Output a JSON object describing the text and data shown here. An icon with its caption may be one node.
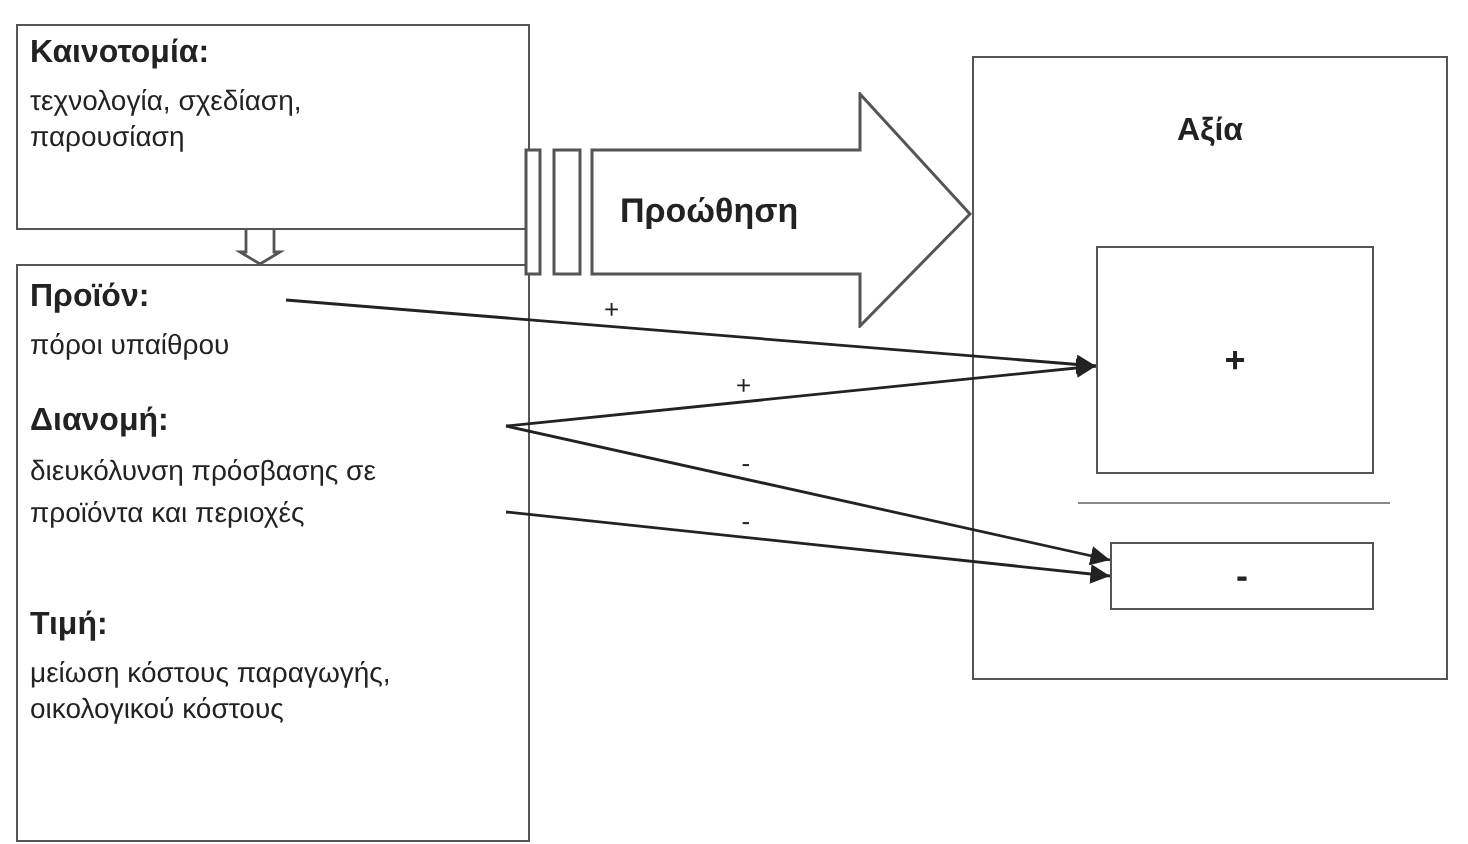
{
  "diagram": {
    "nodes": [
      {
        "text": [
          "Καινοτομία:",
          "τεχνολογία, σχεδίαση, παρουσίαση"
        ]
      },
      {
        "text": [],
        "shape": "box"
      },
      {
        "text": [
          "Προϊόν:",
          "πόροι υπαίθρου"
        ],
        "in": 1
      },
      {
        "text": [
          "Διανομή:",
          "διευκόλυνση πρόσβασης σε προϊόντα και περιοχές"
        ],
        "in": 1
      },
      {
        "text": [
          "Τιμή:",
          "μείωση κόστους παραγωγής, οικολογικού κόστους"
        ],
        "in": 1
      },
      {
        "text": [
          "Προώθηση"
        ]
      },
      {
        "text": [
          "Αξία"
        ]
      },
      {
        "text": [
          "+"
        ],
        "in": 6
      },
      {
        "text": [
          "-"
        ],
        "in": 6
      }
    ],
    "edges": [
      {
        "from": 0,
        "to": 1,
        "arrow": "to"
      },
      {
        "from": 2,
        "to": 7,
        "arrow": "to",
        "label": "+"
      },
      {
        "from": 3,
        "to": 7,
        "arrow": "to",
        "label": "+"
      },
      {
        "from": 3,
        "to": 8,
        "arrow": "to",
        "label": "-"
      },
      {
        "from": 3,
        "to": 8,
        "arrow": "to",
        "label": "-"
      }
    ]
  }
}
